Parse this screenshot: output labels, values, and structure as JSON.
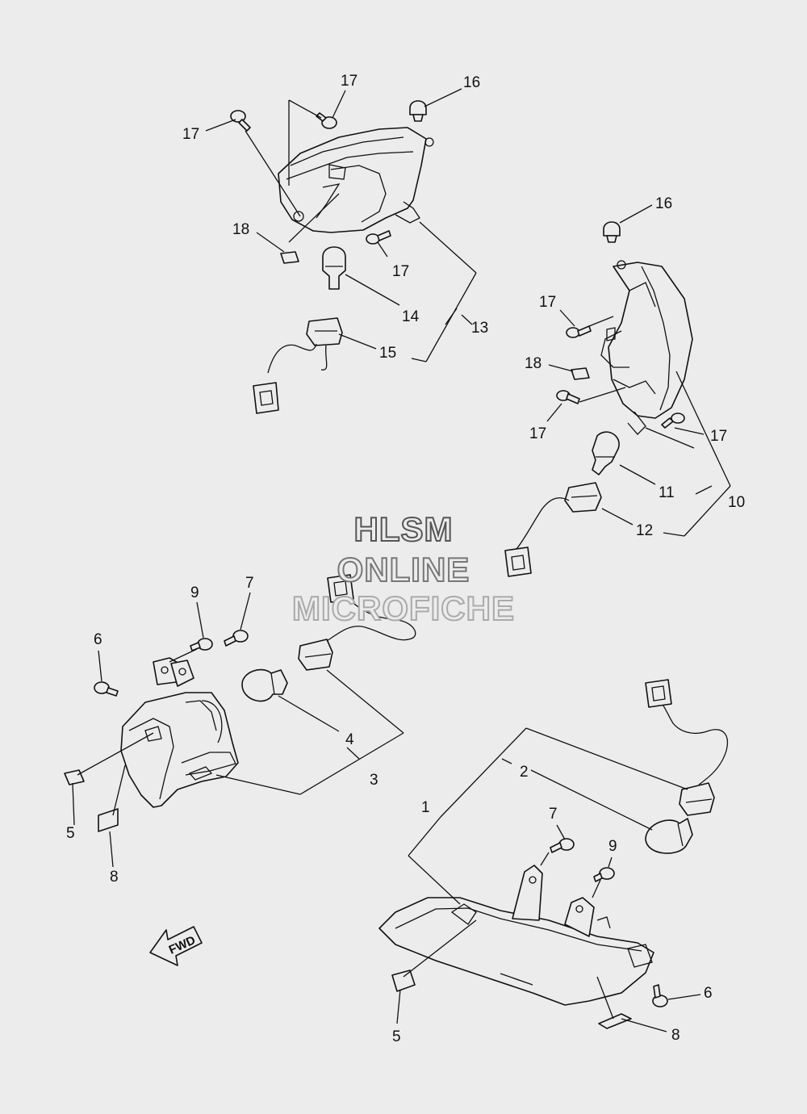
{
  "watermark": {
    "line1": "HLSM",
    "line2": "ONLINE",
    "line3": "MICROFICHE"
  },
  "direction_arrow": {
    "label": "FWD"
  },
  "callouts": {
    "c17a": "17",
    "c17b": "17",
    "c16a": "16",
    "c18a": "18",
    "c17c": "17",
    "c14": "14",
    "c13": "13",
    "c15": "15",
    "c16b": "16",
    "c17d": "17",
    "c18b": "18",
    "c17e": "17",
    "c17f": "17",
    "c11": "11",
    "c10": "10",
    "c12": "12",
    "c9a": "9",
    "c7a": "7",
    "c6a": "6",
    "c4": "4",
    "c3": "3",
    "c5a": "5",
    "c8a": "8",
    "c2": "2",
    "c1": "1",
    "c7b": "7",
    "c9b": "9",
    "c6b": "6",
    "c5b": "5",
    "c8b": "8"
  }
}
